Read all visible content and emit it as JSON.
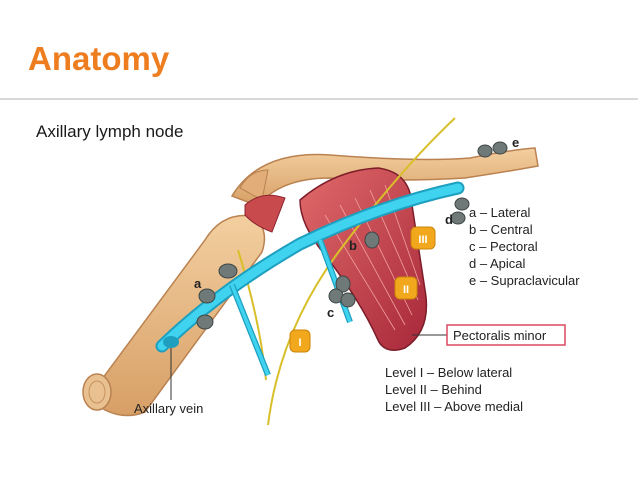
{
  "slide": {
    "title": "Anatomy",
    "subtitle": "Axillary lymph node"
  },
  "figure": {
    "node_labels": {
      "a": "a",
      "b": "b",
      "c": "c",
      "d": "d",
      "e": "e"
    },
    "legend": [
      "a – Lateral",
      "b – Central",
      "c – Pectoral",
      "d – Apical",
      "e – Supraclavicular"
    ],
    "muscle_label": "Pectoralis minor",
    "levels": [
      "Level I – Below lateral",
      "Level II – Behind",
      "Level III – Above medial"
    ],
    "vein_label": "Axillary vein",
    "badges": {
      "I": "I",
      "II": "II",
      "III": "III"
    },
    "colors": {
      "title": "#ee7d1f",
      "vein": "#2ec8e8",
      "bone": "#e7b784",
      "muscle": "#c84048",
      "node": "#6f7a78",
      "badge": "#f2a81d",
      "muscle_box": "#d94a63"
    }
  }
}
